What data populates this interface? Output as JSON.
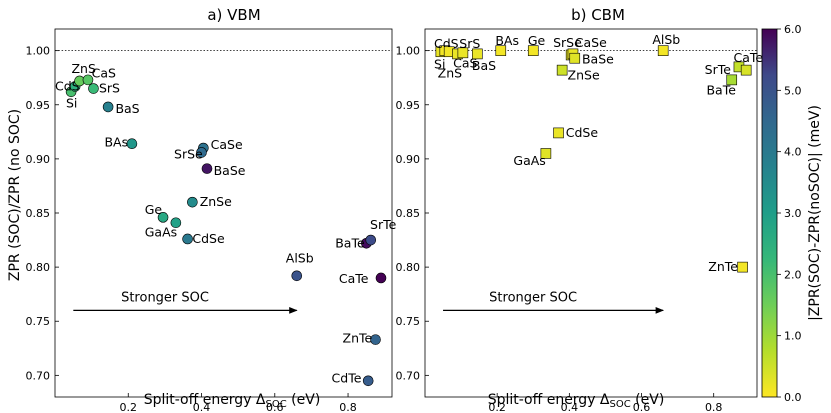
{
  "chart_data": [
    {
      "type": "scatter",
      "title": "a) VBM",
      "xlabel": "Split-off energy Δ",
      "xlabel_sub": "SOC",
      "xlabel_unit": " (eV)",
      "ylabel": "ZPR (SOC)/ZPR (no SOC)",
      "xlim": [
        0.0,
        0.92
      ],
      "ylim": [
        0.68,
        1.02
      ],
      "xticks": [
        0.2,
        0.4,
        0.6,
        0.8
      ],
      "xtick_labels": [
        "0.2",
        "0.4",
        "0.6",
        "0.8"
      ],
      "yticks": [
        0.7,
        0.75,
        0.8,
        0.85,
        0.9,
        0.95,
        1.0
      ],
      "ytick_labels": [
        "0.70",
        "0.75",
        "0.80",
        "0.85",
        "0.90",
        "0.95",
        "1.00"
      ],
      "reference_line": 1.0,
      "arrow": {
        "text": "Stronger SOC",
        "from_x": 0.05,
        "to_x": 0.66,
        "y": 0.76
      },
      "points": [
        {
          "label": "Si",
          "x": 0.044,
          "y": 0.962,
          "c": 2.0,
          "lx": 0.03,
          "ly": 0.951
        },
        {
          "label": "CdS",
          "x": 0.055,
          "y": 0.967,
          "c": 2.5,
          "lx": 0.0,
          "ly": 0.967
        },
        {
          "label": "ZnS",
          "x": 0.067,
          "y": 0.972,
          "c": 1.6,
          "lx": 0.045,
          "ly": 0.983
        },
        {
          "label": "CaS",
          "x": 0.09,
          "y": 0.973,
          "c": 1.8,
          "lx": 0.1,
          "ly": 0.979
        },
        {
          "label": "SrS",
          "x": 0.105,
          "y": 0.965,
          "c": 2.2,
          "lx": 0.12,
          "ly": 0.965
        },
        {
          "label": "BaS",
          "x": 0.145,
          "y": 0.948,
          "c": 3.8,
          "lx": 0.165,
          "ly": 0.946
        },
        {
          "label": "BAs",
          "x": 0.21,
          "y": 0.914,
          "c": 3.2,
          "lx": 0.135,
          "ly": 0.915
        },
        {
          "label": "CaSe",
          "x": 0.405,
          "y": 0.91,
          "c": 4.2,
          "lx": 0.425,
          "ly": 0.913
        },
        {
          "label": "SrSe",
          "x": 0.4,
          "y": 0.906,
          "c": 4.4,
          "lx": 0.325,
          "ly": 0.904
        },
        {
          "label": "BaSe",
          "x": 0.415,
          "y": 0.891,
          "c": 5.8,
          "lx": 0.433,
          "ly": 0.889
        },
        {
          "label": "ZnSe",
          "x": 0.375,
          "y": 0.86,
          "c": 3.5,
          "lx": 0.395,
          "ly": 0.86
        },
        {
          "label": "Ge",
          "x": 0.295,
          "y": 0.846,
          "c": 2.7,
          "lx": 0.245,
          "ly": 0.853
        },
        {
          "label": "GaAs",
          "x": 0.33,
          "y": 0.841,
          "c": 2.9,
          "lx": 0.245,
          "ly": 0.832
        },
        {
          "label": "CdSe",
          "x": 0.362,
          "y": 0.826,
          "c": 4.0,
          "lx": 0.375,
          "ly": 0.826
        },
        {
          "label": "BaTe",
          "x": 0.85,
          "y": 0.822,
          "c": 5.9,
          "lx": 0.765,
          "ly": 0.822
        },
        {
          "label": "SrTe",
          "x": 0.862,
          "y": 0.825,
          "c": 5.2,
          "lx": 0.86,
          "ly": 0.839
        },
        {
          "label": "AlSb",
          "x": 0.66,
          "y": 0.792,
          "c": 5.0,
          "lx": 0.63,
          "ly": 0.808
        },
        {
          "label": "CaTe",
          "x": 0.89,
          "y": 0.79,
          "c": 6.0,
          "lx": 0.775,
          "ly": 0.789
        },
        {
          "label": "ZnTe",
          "x": 0.875,
          "y": 0.733,
          "c": 4.6,
          "lx": 0.785,
          "ly": 0.734
        },
        {
          "label": "CdTe",
          "x": 0.855,
          "y": 0.695,
          "c": 4.8,
          "lx": 0.755,
          "ly": 0.697
        }
      ]
    },
    {
      "type": "scatter",
      "title": "b) CBM",
      "xlabel": "Split-off energy Δ",
      "xlabel_sub": "SOC",
      "xlabel_unit": " (eV)",
      "ylabel": "",
      "xlim": [
        0.0,
        0.92
      ],
      "ylim": [
        0.68,
        1.02
      ],
      "xticks": [
        0.2,
        0.4,
        0.6,
        0.8
      ],
      "xtick_labels": [
        "0.2",
        "0.4",
        "0.6",
        "0.8"
      ],
      "yticks": [
        0.7,
        0.75,
        0.8,
        0.85,
        0.9,
        0.95,
        1.0
      ],
      "ytick_labels": [
        "0.70",
        "0.75",
        "0.80",
        "0.85",
        "0.90",
        "0.95",
        "1.00"
      ],
      "reference_line": 1.0,
      "arrow": {
        "text": "Stronger SOC",
        "from_x": 0.05,
        "to_x": 0.66,
        "y": 0.76
      },
      "points": [
        {
          "label": "Si",
          "x": 0.044,
          "y": 0.999,
          "c": 0.2,
          "lx": 0.025,
          "ly": 0.987
        },
        {
          "label": "CdS",
          "x": 0.055,
          "y": 1.0,
          "c": 0.1,
          "lx": 0.025,
          "ly": 1.006
        },
        {
          "label": "ZnS",
          "x": 0.067,
          "y": 0.999,
          "c": 0.1,
          "lx": 0.035,
          "ly": 0.979
        },
        {
          "label": "CaS",
          "x": 0.09,
          "y": 0.997,
          "c": 0.2,
          "lx": 0.078,
          "ly": 0.988
        },
        {
          "label": "SrS",
          "x": 0.105,
          "y": 0.998,
          "c": 0.2,
          "lx": 0.095,
          "ly": 1.006
        },
        {
          "label": "BaS",
          "x": 0.145,
          "y": 0.997,
          "c": 0.2,
          "lx": 0.13,
          "ly": 0.986
        },
        {
          "label": "BAs",
          "x": 0.21,
          "y": 1.0,
          "c": 0.1,
          "lx": 0.195,
          "ly": 1.009
        },
        {
          "label": "Ge",
          "x": 0.3,
          "y": 1.0,
          "c": 0.1,
          "lx": 0.285,
          "ly": 1.009
        },
        {
          "label": "SrSe",
          "x": 0.405,
          "y": 0.996,
          "c": 0.2,
          "lx": 0.355,
          "ly": 1.007
        },
        {
          "label": "CaSe",
          "x": 0.41,
          "y": 0.997,
          "c": 0.2,
          "lx": 0.415,
          "ly": 1.007
        },
        {
          "label": "BaSe",
          "x": 0.415,
          "y": 0.993,
          "c": 0.3,
          "lx": 0.435,
          "ly": 0.992
        },
        {
          "label": "ZnSe",
          "x": 0.38,
          "y": 0.982,
          "c": 0.5,
          "lx": 0.395,
          "ly": 0.977
        },
        {
          "label": "AlSb",
          "x": 0.66,
          "y": 1.0,
          "c": 0.1,
          "lx": 0.63,
          "ly": 1.01
        },
        {
          "label": "CaTe",
          "x": 0.87,
          "y": 0.985,
          "c": 0.6,
          "lx": 0.855,
          "ly": 0.993
        },
        {
          "label": "SrTe",
          "x": 0.89,
          "y": 0.982,
          "c": 0.4,
          "lx": 0.775,
          "ly": 0.982
        },
        {
          "label": "BaTe",
          "x": 0.85,
          "y": 0.973,
          "c": 0.9,
          "lx": 0.78,
          "ly": 0.963
        },
        {
          "label": "CdSe",
          "x": 0.37,
          "y": 0.924,
          "c": 0.2,
          "lx": 0.39,
          "ly": 0.924
        },
        {
          "label": "GaAs",
          "x": 0.335,
          "y": 0.905,
          "c": 0.3,
          "lx": 0.245,
          "ly": 0.898
        },
        {
          "label": "ZnTe",
          "x": 0.88,
          "y": 0.8,
          "c": 0.1,
          "lx": 0.785,
          "ly": 0.8
        }
      ]
    }
  ],
  "colorbar": {
    "label": "|ZPR(SOC)-ZPR(noSOC)| (meV)",
    "range": [
      0.0,
      6.0
    ],
    "ticks": [
      0,
      1,
      2,
      3,
      4,
      5,
      6
    ],
    "tick_labels": [
      "0.0",
      "1.0",
      "2.0",
      "3.0",
      "4.0",
      "5.0",
      "6.0"
    ],
    "colormap": "viridis_r"
  }
}
